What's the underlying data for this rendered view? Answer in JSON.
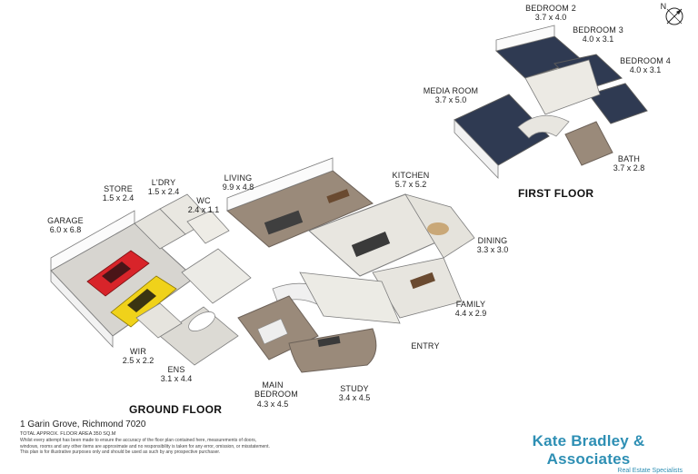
{
  "rooms": {
    "garage": {
      "name": "GARAGE",
      "dims": "6.0 x 6.8"
    },
    "store": {
      "name": "STORE",
      "dims": "1.5 x 2.4"
    },
    "laundry": {
      "name": "L'DRY",
      "dims": "1.5 x 2.4"
    },
    "wc": {
      "name": "WC",
      "dims": "2.4 x 1.1"
    },
    "living": {
      "name": "LIVING",
      "dims": "9.9 x 4.8"
    },
    "kitchen": {
      "name": "KITCHEN",
      "dims": "5.7 x 5.2"
    },
    "dining": {
      "name": "DINING",
      "dims": "3.3 x 3.0"
    },
    "family": {
      "name": "FAMILY",
      "dims": "4.4 x 2.9"
    },
    "entry": {
      "name": "ENTRY",
      "dims": ""
    },
    "study": {
      "name": "STUDY",
      "dims": "3.4 x 4.5"
    },
    "main_bedroom": {
      "name": "MAIN BEDROOM",
      "dims": "4.3 x 4.5"
    },
    "ensuite": {
      "name": "ENS",
      "dims": "3.1 x 4.4"
    },
    "wir": {
      "name": "WIR",
      "dims": "2.5 x 2.2"
    },
    "bedroom2": {
      "name": "BEDROOM 2",
      "dims": "3.7 x 4.0"
    },
    "bedroom3": {
      "name": "BEDROOM 3",
      "dims": "4.0 x 3.1"
    },
    "bedroom4": {
      "name": "BEDROOM 4",
      "dims": "4.0 x 3.1"
    },
    "media": {
      "name": "MEDIA ROOM",
      "dims": "3.7 x 5.0"
    },
    "bath": {
      "name": "BATH",
      "dims": "3.7 x 2.8"
    }
  },
  "floors": {
    "ground": "GROUND FLOOR",
    "first": "FIRST FLOOR"
  },
  "compass": {
    "label": "N"
  },
  "footer": {
    "address": "1 Garin Grove, Richmond 7020",
    "area": "TOTAL APPROX. FLOOR AREA 350 SQ.M",
    "disclaimer_1": "Whilst every attempt has been made to ensure the accuracy of the floor plan contained here, measurements of doors,",
    "disclaimer_2": "windows, rooms and any other items are approximate and no responsibility is taken for any error, omission, or misstatement.",
    "disclaimer_3": "This plan is for illustrative purposes only and should be used as such by any prospective purchaser."
  },
  "brand": {
    "name": "Kate Bradley & Associates",
    "tagline": "Real Estate Specialists",
    "color": "#2e8fb4"
  },
  "colors": {
    "wall": "#f4f4f4",
    "wall_edge": "#8a8a8a",
    "floor_light": "#e8e6e0",
    "floor_wood": "#9a8a7a",
    "carpet": "#2f3a52",
    "car_red": "#d8242a",
    "car_yellow": "#f0d21a"
  }
}
